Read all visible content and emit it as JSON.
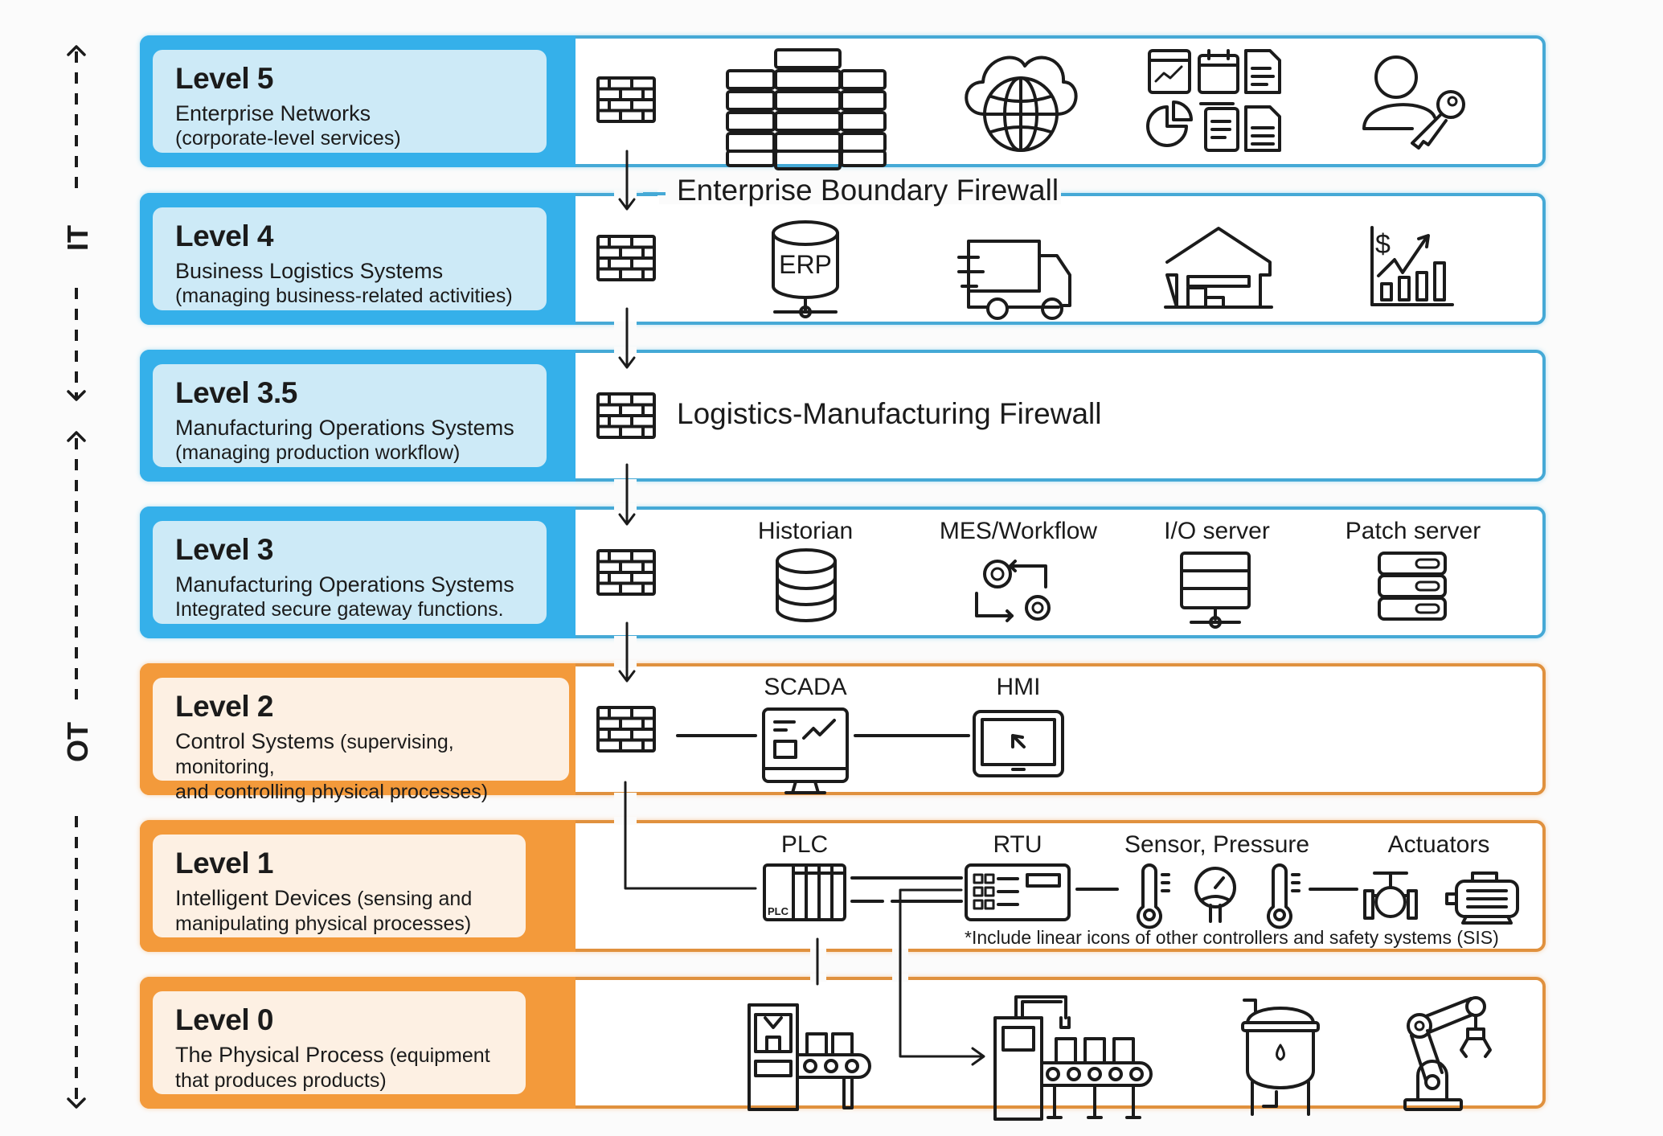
{
  "diagram": {
    "type": "Purdue model / network segmentation levels",
    "side_labels": {
      "it": "IT",
      "ot": "OT"
    },
    "colors": {
      "it_band": "#35b0ea",
      "it_panel": "#cdeaf7",
      "it_border": "#45a9d6",
      "ot_band": "#f39a3b",
      "ot_panel": "#fdf0e3",
      "ot_border": "#e0913e"
    },
    "levels": [
      {
        "id": "level-5",
        "zone": "IT",
        "title": "Level 5",
        "desc_main": "Enterprise Networks",
        "desc_sub": "(corporate-level services)",
        "icons": [
          "firewall-icon",
          "server-rack-icon",
          "cloud-globe-icon",
          "business-apps-icon",
          "user-key-icon"
        ]
      },
      {
        "id": "level-4",
        "zone": "IT",
        "title": "Level 4",
        "desc_main": "Business Logistics Systems",
        "desc_sub": "(managing business-related activities)",
        "icons": [
          "firewall-icon",
          "erp-database-icon",
          "delivery-truck-icon",
          "warehouse-icon",
          "financial-chart-icon"
        ]
      },
      {
        "id": "level-3-5",
        "zone": "IT",
        "title": "Level 3.5",
        "desc_main": "Manufacturing Operations Systems",
        "desc_sub": "(managing production workflow)",
        "icons": [
          "firewall-icon"
        ]
      },
      {
        "id": "level-3",
        "zone": "IT",
        "title": "Level 3",
        "desc_main": "Manufacturing Operations Systems",
        "desc_sub": "Integrated secure gateway functions.",
        "icons": [
          "firewall-icon",
          "database-icon",
          "gears-workflow-icon",
          "io-server-icon",
          "patch-server-icon"
        ]
      },
      {
        "id": "level-2",
        "zone": "OT",
        "title": "Level 2",
        "desc_main": "Control Systems",
        "desc_sub_inline": "(supervising, monitoring,",
        "desc_sub": "and controlling physical processes)",
        "icons": [
          "firewall-icon",
          "scada-monitor-icon",
          "hmi-tablet-icon"
        ]
      },
      {
        "id": "level-1",
        "zone": "OT",
        "title": "Level 1",
        "desc_main": "Intelligent Devices",
        "desc_sub_inline": "(sensing and",
        "desc_sub": "manipulating physical processes)",
        "icons": [
          "plc-icon",
          "rtu-icon",
          "thermometer-icon",
          "pressure-gauge-icon",
          "thermometer-icon",
          "valve-icon",
          "motor-icon"
        ]
      },
      {
        "id": "level-0",
        "zone": "OT",
        "title": "Level 0",
        "desc_main": "The Physical Process",
        "desc_sub_inline": "(equipment",
        "desc_sub": "that produces products)",
        "icons": [
          "machine-conveyor-icon",
          "production-line-icon",
          "tank-icon",
          "robot-arm-icon"
        ]
      }
    ],
    "firewalls": {
      "enterprise_boundary": "Enterprise Boundary Firewall",
      "logistics_manufacturing": "Logistics-Manufacturing Firewall"
    },
    "component_labels": {
      "historian": "Historian",
      "mes": "MES/Workflow",
      "io_server": "I/O server",
      "patch_server": "Patch server",
      "scada": "SCADA",
      "hmi": "HMI",
      "plc": "PLC",
      "plc_badge": "PLC",
      "rtu": "RTU",
      "sensors": "Sensor, Pressure",
      "actuators": "Actuators",
      "erp": "ERP",
      "dollar": "$"
    },
    "notes": {
      "level1_footnote": "*Include linear icons of other controllers and safety systems (SIS)"
    }
  }
}
